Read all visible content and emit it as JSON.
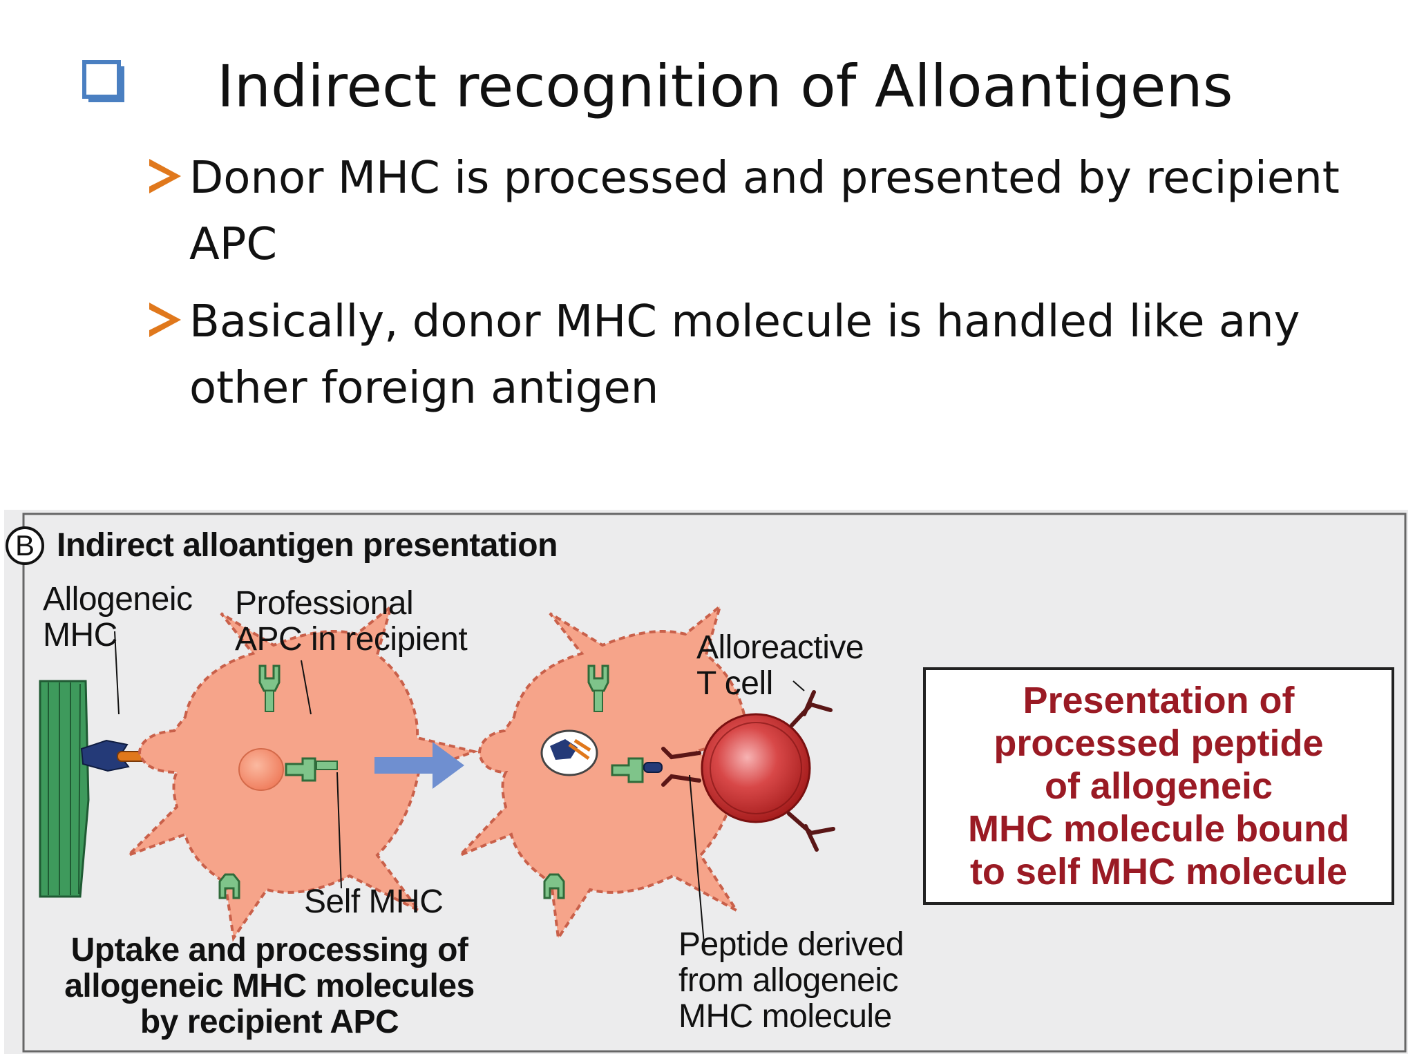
{
  "slide": {
    "title": "Indirect recognition of Alloantigens",
    "bullets": [
      "Donor MHC is processed and presented by recipient APC",
      "Basically, donor MHC molecule is handled like any other foreign antigen"
    ],
    "colors": {
      "title_bullet": "#4a7fc1",
      "arrow_bullet": "#e0781c"
    }
  },
  "figure": {
    "panel_letter": "B",
    "panel_title": "Indirect alloantigen presentation",
    "labels": {
      "allogeneic_mhc": "Allogeneic\nMHC",
      "professional_apc": "Professional\nAPC in recipient",
      "alloreactive_tcell": "Alloreactive\nT cell",
      "self_mhc": "Self MHC",
      "peptide_derived": "Peptide derived\nfrom allogeneic\nMHC molecule"
    },
    "caption": "Uptake and processing of\nallogeneic MHC molecules\nby recipient APC",
    "presentation_box": "Presentation of\nprocessed peptide\nof allogeneic\nMHC molecule bound\nto self MHC molecule",
    "colors": {
      "apc_fill": "#f6a48a",
      "apc_stroke": "#c9604a",
      "graft_fill": "#3e9a5c",
      "self_mhc_fill": "#7fc48a",
      "allo_mhc_fill": "#243a78",
      "tcell_fill": "#c42a2a",
      "tcr_color": "#5a1616",
      "arrow_fill": "#6f8fd0",
      "box_text": "#9a1a24"
    }
  }
}
